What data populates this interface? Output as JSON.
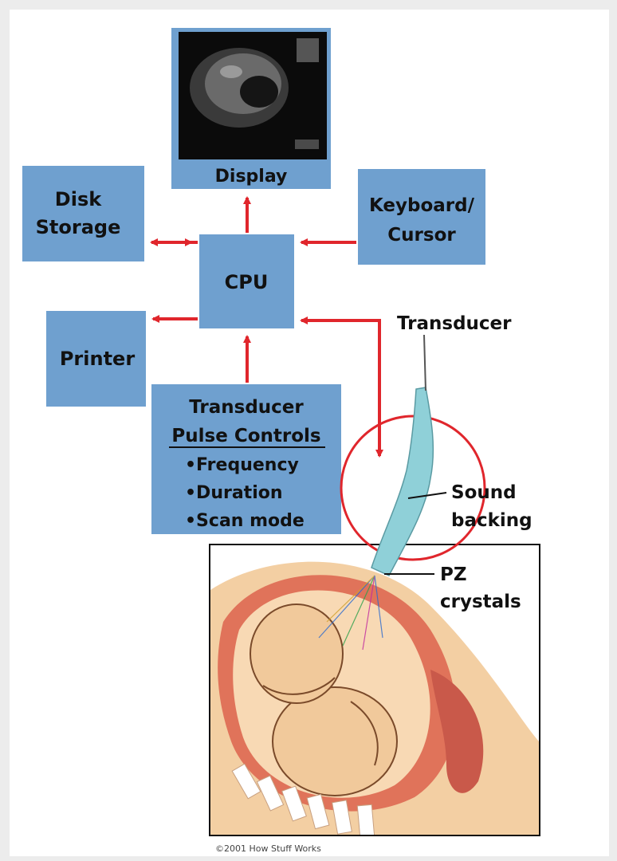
{
  "diagram": {
    "boxes": {
      "display": "Display",
      "disk_storage_line1": "Disk",
      "disk_storage_line2": "Storage",
      "keyboard_line1": "Keyboard/",
      "keyboard_line2": "Cursor",
      "cpu": "CPU",
      "printer": "Printer",
      "pulse_title_line1": "Transducer",
      "pulse_title_line2": "Pulse Controls",
      "pulse_items": [
        "•Frequency",
        "•Duration",
        "•Scan mode"
      ]
    },
    "annotations": {
      "transducer": "Transducer",
      "sound_backing_line1": "Sound",
      "sound_backing_line2": "backing",
      "pz_line1": "PZ",
      "pz_line2": "crystals"
    },
    "credit": "©2001 How Stuff Works",
    "colors": {
      "box_fill": "#6fa0cf",
      "arrow": "#e0262c",
      "transducer": "#8fd0d8",
      "skin": "#f3cfa3",
      "uterus": "#e0735a",
      "page": "#ffffff"
    }
  }
}
